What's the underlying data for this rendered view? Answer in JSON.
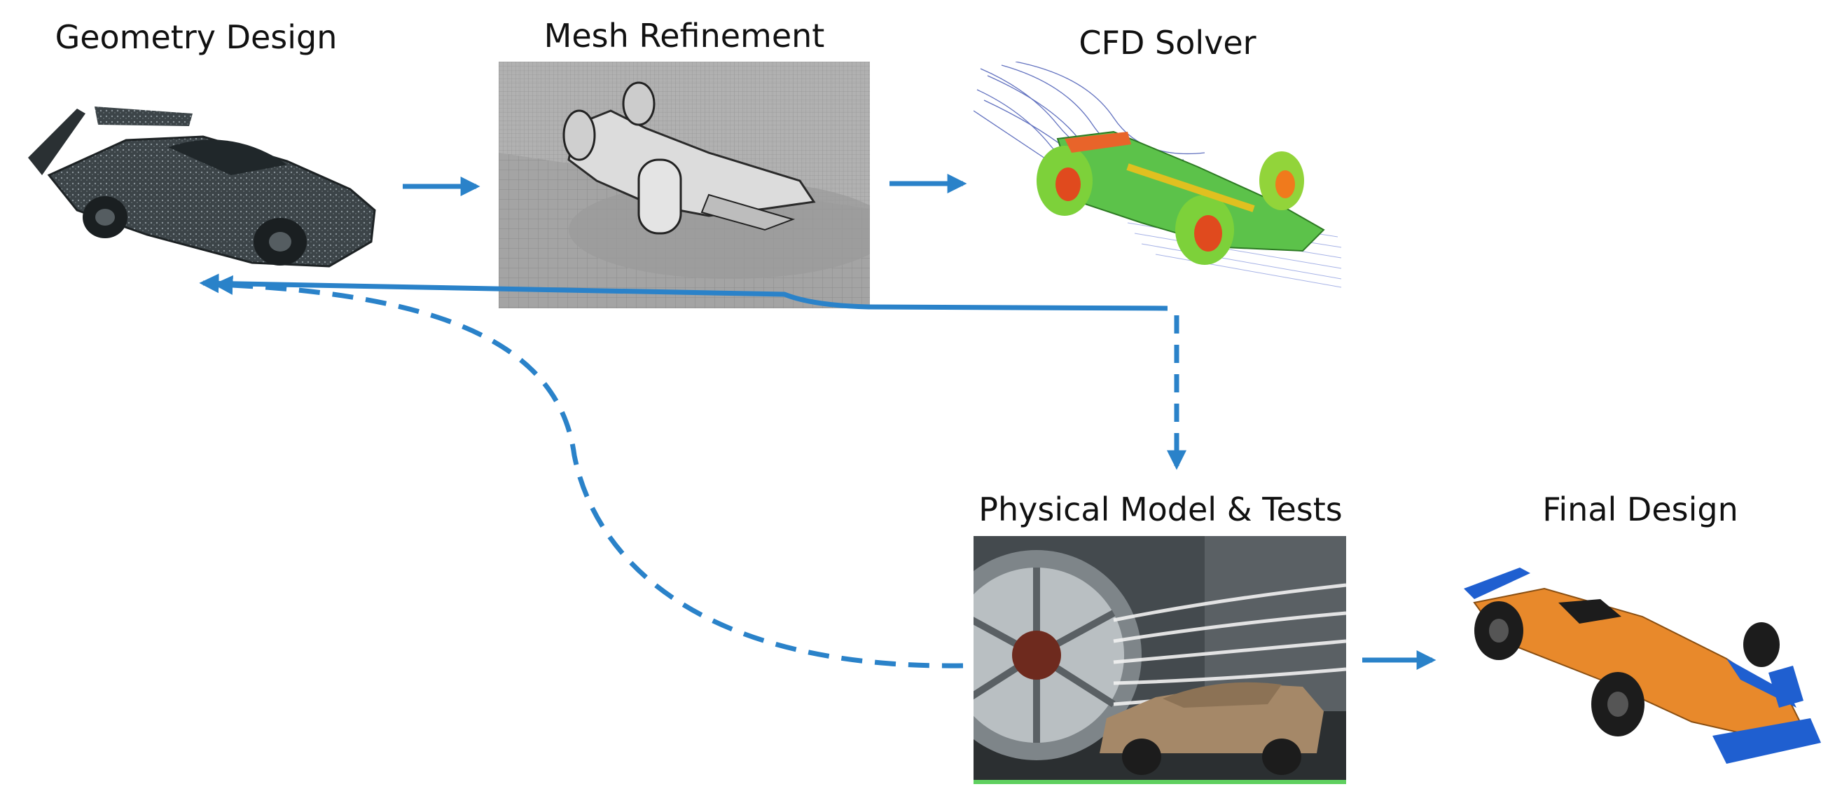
{
  "stages": {
    "geometry": "Geometry Design",
    "mesh": "Mesh Refinement",
    "cfd": "CFD Solver",
    "physical": "Physical Model & Tests",
    "final": "Final Design"
  },
  "colors": {
    "arrow": "#2a82c9",
    "mesh_bg": "#a9a9a9",
    "livery_orange": "#e8892b",
    "livery_blue": "#1f5fd0"
  }
}
